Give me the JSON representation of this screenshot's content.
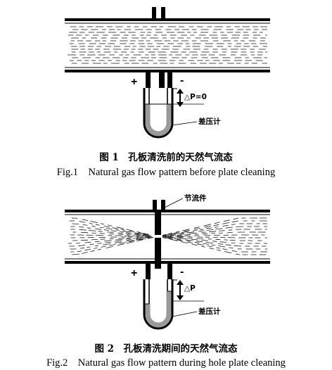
{
  "figure1": {
    "caption_cn": "图 1　孔板清洗前的天然气流态",
    "caption_en": "Fig.1　Natural gas flow pattern before plate cleaning",
    "plus_sign": "+",
    "minus_sign": "-",
    "pressure_label": "△P=0",
    "gauge_label": "差压计"
  },
  "figure2": {
    "caption_cn": "图 2　孔板清洗期间的天然气流态",
    "caption_en": "Fig.2　Natural gas flow pattern during hole plate cleaning",
    "plus_sign": "+",
    "minus_sign": "-",
    "pressure_label": "△P",
    "gauge_label": "差压计",
    "throttle_label": "节流件"
  }
}
